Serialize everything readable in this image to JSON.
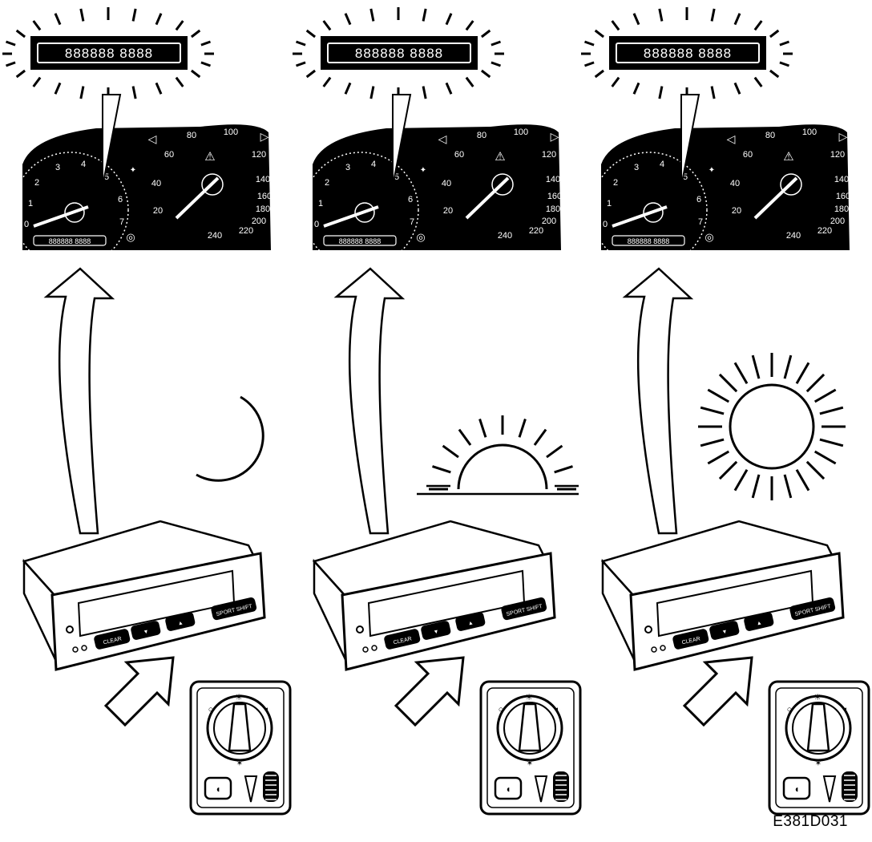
{
  "figure_code": "E381D031",
  "panels": [
    {
      "condition": "night",
      "condition_icon": "moon-icon",
      "lcd_display": "888888 8888",
      "odometer_display": "888888 8888",
      "speedometer_labels": [
        "40",
        "60",
        "80",
        "100",
        "120",
        "140",
        "160",
        "180",
        "200",
        "220",
        "240",
        "20"
      ],
      "tachometer_labels": [
        "0",
        "1",
        "2",
        "3",
        "4",
        "5",
        "6",
        "7"
      ],
      "sid_buttons": [
        "CLEAR",
        "▼",
        "▲",
        "SPORT SHIFT"
      ]
    },
    {
      "condition": "dusk",
      "condition_icon": "setting-sun-icon",
      "lcd_display": "888888 8888",
      "odometer_display": "888888 8888",
      "speedometer_labels": [
        "40",
        "60",
        "80",
        "100",
        "120",
        "140",
        "160",
        "180",
        "200",
        "220",
        "240",
        "20"
      ],
      "tachometer_labels": [
        "0",
        "1",
        "2",
        "3",
        "4",
        "5",
        "6",
        "7"
      ],
      "sid_buttons": [
        "CLEAR",
        "▼",
        "▲",
        "SPORT SHIFT"
      ]
    },
    {
      "condition": "day",
      "condition_icon": "sun-icon",
      "lcd_display": "888888 8888",
      "odometer_display": "888888 8888",
      "speedometer_labels": [
        "40",
        "60",
        "80",
        "100",
        "120",
        "140",
        "160",
        "180",
        "200",
        "220",
        "240",
        "20"
      ],
      "tachometer_labels": [
        "0",
        "1",
        "2",
        "3",
        "4",
        "5",
        "6",
        "7"
      ],
      "sid_buttons": [
        "CLEAR",
        "▼",
        "▲",
        "SPORT SHIFT"
      ]
    }
  ]
}
